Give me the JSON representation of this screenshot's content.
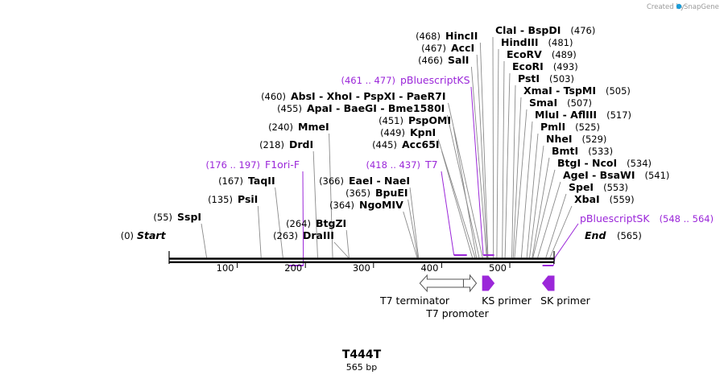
{
  "brand": {
    "created_by": "Created by",
    "app_name": "SnapGene"
  },
  "sequence": {
    "name": "T444T",
    "length_label": "565 bp",
    "length": 565
  },
  "axis": {
    "ticks": [
      100,
      200,
      300,
      400,
      500
    ]
  },
  "enzymes": [
    {
      "id": "start",
      "name": "Start",
      "pos": 0,
      "pos_label": "(0)",
      "kind": "end"
    },
    {
      "id": "sspi",
      "name": "SspI",
      "pos": 55,
      "pos_label": "(55)"
    },
    {
      "id": "psii",
      "name": "PsiI",
      "pos": 135,
      "pos_label": "(135)"
    },
    {
      "id": "taqii",
      "name": "TaqII",
      "pos": 167,
      "pos_label": "(167)"
    },
    {
      "id": "drdi",
      "name": "DrdI",
      "pos": 218,
      "pos_label": "(218)"
    },
    {
      "id": "mmei",
      "name": "MmeI",
      "pos": 240,
      "pos_label": "(240)"
    },
    {
      "id": "draiii",
      "name": "DraIII",
      "pos": 263,
      "pos_label": "(263)"
    },
    {
      "id": "btgzi",
      "name": "BtgZI",
      "pos": 264,
      "pos_label": "(264)"
    },
    {
      "id": "ngomiv",
      "name": "NgoMIV",
      "pos": 364,
      "pos_label": "(364)"
    },
    {
      "id": "bpuei",
      "name": "BpuEI",
      "pos": 365,
      "pos_label": "(365)"
    },
    {
      "id": "eaei",
      "name": "EaeI - NaeI",
      "pos": 366,
      "pos_label": "(366)"
    },
    {
      "id": "acc65i",
      "name": "Acc65I",
      "pos": 445,
      "pos_label": "(445)"
    },
    {
      "id": "kpni",
      "name": "KpnI",
      "pos": 449,
      "pos_label": "(449)"
    },
    {
      "id": "pspomi",
      "name": "PspOMI",
      "pos": 451,
      "pos_label": "(451)"
    },
    {
      "id": "apai",
      "name": "ApaI - BaeGI - Bme1580I",
      "pos": 455,
      "pos_label": "(455)"
    },
    {
      "id": "absi",
      "name": "AbsI - XhoI - PspXI - PaeR7I",
      "pos": 460,
      "pos_label": "(460)"
    },
    {
      "id": "sali",
      "name": "SalI",
      "pos": 466,
      "pos_label": "(466)"
    },
    {
      "id": "acci",
      "name": "AccI",
      "pos": 467,
      "pos_label": "(467)"
    },
    {
      "id": "hincii",
      "name": "HincII",
      "pos": 468,
      "pos_label": "(468)"
    },
    {
      "id": "clai",
      "name": "ClaI - BspDI",
      "pos": 476,
      "pos_label": "(476)"
    },
    {
      "id": "hindiii",
      "name": "HindIII",
      "pos": 481,
      "pos_label": "(481)"
    },
    {
      "id": "ecorv",
      "name": "EcoRV",
      "pos": 489,
      "pos_label": "(489)"
    },
    {
      "id": "ecori",
      "name": "EcoRI",
      "pos": 493,
      "pos_label": "(493)"
    },
    {
      "id": "psti",
      "name": "PstI",
      "pos": 503,
      "pos_label": "(503)"
    },
    {
      "id": "xmai",
      "name": "XmaI - TspMI",
      "pos": 505,
      "pos_label": "(505)"
    },
    {
      "id": "smai",
      "name": "SmaI",
      "pos": 507,
      "pos_label": "(507)"
    },
    {
      "id": "mlui",
      "name": "MluI - AflIII",
      "pos": 517,
      "pos_label": "(517)"
    },
    {
      "id": "pmli",
      "name": "PmlI",
      "pos": 525,
      "pos_label": "(525)"
    },
    {
      "id": "nhei",
      "name": "NheI",
      "pos": 529,
      "pos_label": "(529)"
    },
    {
      "id": "bmti",
      "name": "BmtI",
      "pos": 533,
      "pos_label": "(533)"
    },
    {
      "id": "btgi",
      "name": "BtgI - NcoI",
      "pos": 534,
      "pos_label": "(534)"
    },
    {
      "id": "agei",
      "name": "AgeI - BsaWI",
      "pos": 541,
      "pos_label": "(541)"
    },
    {
      "id": "spei",
      "name": "SpeI",
      "pos": 553,
      "pos_label": "(553)"
    },
    {
      "id": "xbai",
      "name": "XbaI",
      "pos": 559,
      "pos_label": "(559)"
    },
    {
      "id": "end",
      "name": "End",
      "pos": 565,
      "pos_label": "(565)",
      "kind": "end"
    }
  ],
  "primer_sites": [
    {
      "id": "f1ori-f",
      "name": "F1ori-F",
      "range_label": "(176 .. 197)",
      "start": 176,
      "end": 197
    },
    {
      "id": "t7",
      "name": "T7",
      "range_label": "(418 .. 437)",
      "start": 418,
      "end": 437
    },
    {
      "id": "pbluescriptks",
      "name": "pBluescriptKS",
      "range_label": "(461 .. 477)",
      "start": 461,
      "end": 477
    },
    {
      "id": "pbluescriptsk",
      "name": "pBluescriptSK",
      "range_label": "(548 .. 564)",
      "start": 548,
      "end": 564
    }
  ],
  "features": [
    {
      "id": "t7-terminator",
      "name": "T7 terminator",
      "start": 368,
      "end": 432,
      "direction": "left",
      "fill": "#ffffff"
    },
    {
      "id": "t7-promoter",
      "name": "T7 promoter",
      "start": 432,
      "end": 451,
      "direction": "right",
      "fill": "#ffffff"
    },
    {
      "id": "ks-primer",
      "name": "KS primer",
      "start": 460,
      "end": 477,
      "direction": "right",
      "fill": "#9b27d9"
    },
    {
      "id": "sk-primer",
      "name": "SK primer",
      "start": 548,
      "end": 565,
      "direction": "left",
      "fill": "#9b27d9"
    }
  ],
  "colors": {
    "primer": "#9b27d9",
    "backbone": "#000000",
    "leader": "#8a8a8a",
    "brand_accent": "#1a9cd8"
  }
}
